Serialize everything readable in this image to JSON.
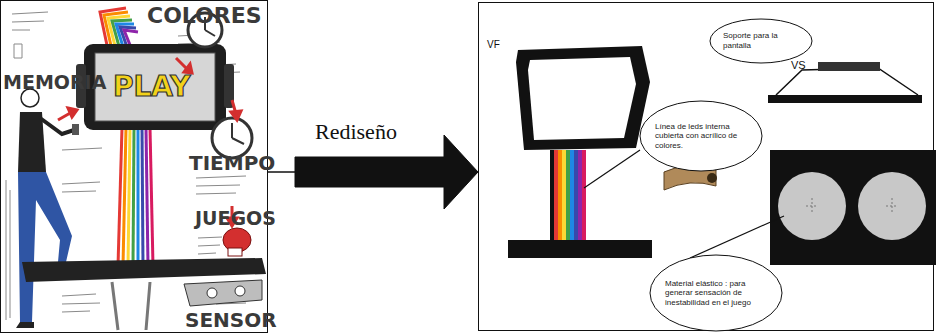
{
  "diagram": {
    "nodes": [
      {
        "text": [
          "COLORES",
          "MEMORIA",
          "PLAY",
          "TIEMPO",
          "JUEGOS",
          "SENSOR"
        ]
      },
      {
        "text": [
          "VF",
          "VS"
        ]
      },
      {
        "text": [
          "Soporte para la pantalla"
        ],
        "in": 1
      },
      {
        "text": [
          "Línea de leds interna cubierta con acrílico de colores."
        ],
        "in": 1
      },
      {
        "text": [
          "Material elástico : para generar sensación de inestabilidad en el juego"
        ],
        "in": 1
      }
    ],
    "edges": [
      {
        "from": 0,
        "to": 1,
        "arrow": "to",
        "label": "Rediseño"
      }
    ]
  }
}
